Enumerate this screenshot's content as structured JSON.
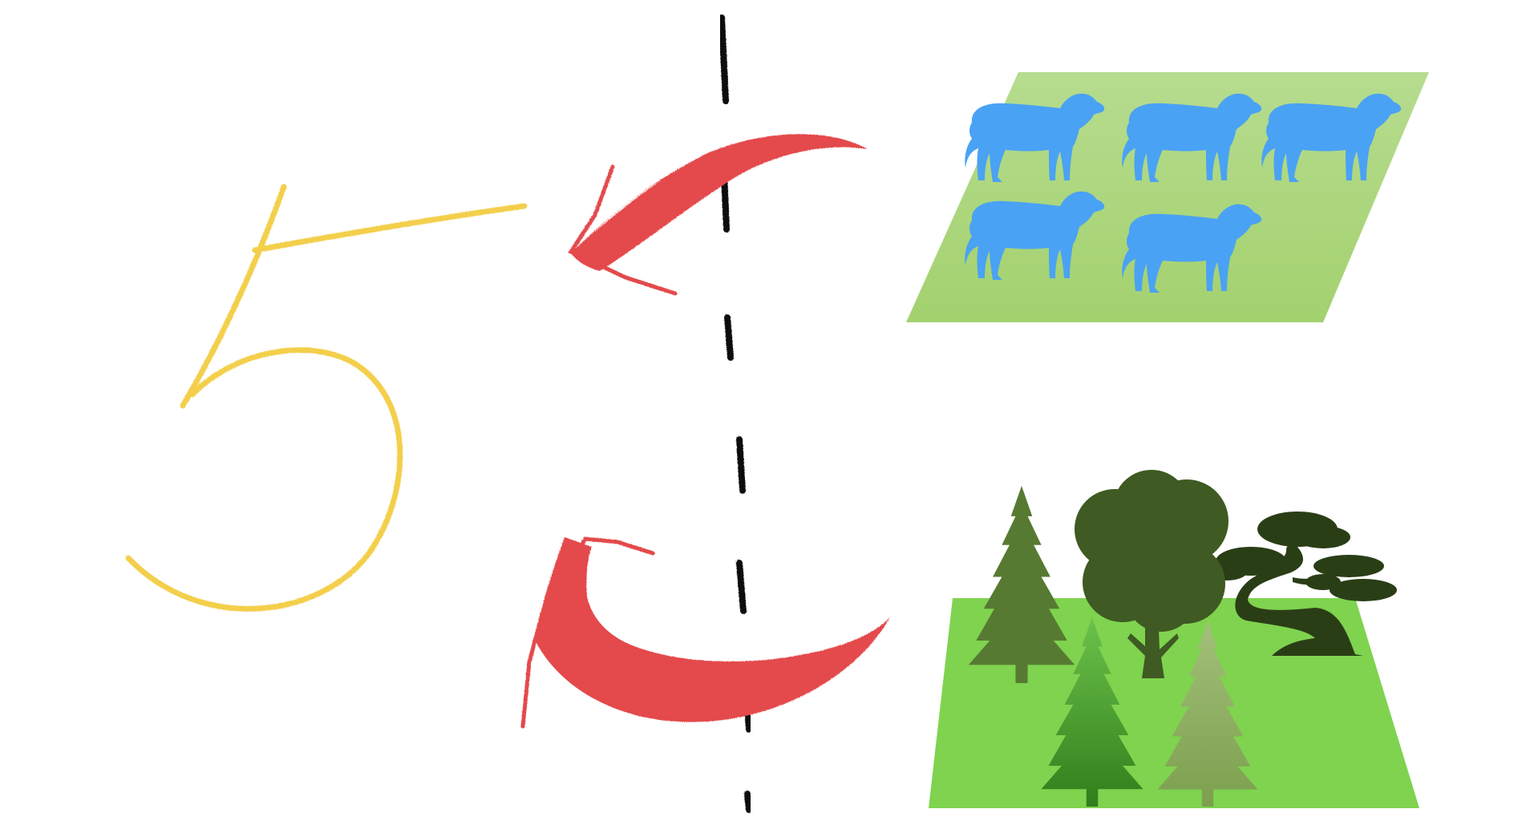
{
  "diagram": {
    "result_number": "5",
    "colors": {
      "background": "#ffffff",
      "number": "#f3cf4c",
      "arrow": "#e4484b",
      "divider": "#111111",
      "sheep": "#4aa2f4",
      "pasture_top": "#b6dc8f",
      "pasture_bottom": "#a3d16e",
      "forest_ground": "#7fd34f",
      "pine_dark": "#577a32",
      "pine_mid": "#3f8f25",
      "pine_light": "#86a85a",
      "oak": "#3f5a22",
      "bonsai": "#2a3e16"
    },
    "pasture": {
      "sheep_count": 5,
      "sheep_icon": "sheep-icon"
    },
    "forest": {
      "trees": [
        {
          "kind": "pine",
          "icon": "pine-tree-icon"
        },
        {
          "kind": "oak",
          "icon": "oak-tree-icon"
        },
        {
          "kind": "bonsai",
          "icon": "bonsai-tree-icon"
        },
        {
          "kind": "pine",
          "icon": "pine-tree-icon"
        },
        {
          "kind": "pine",
          "icon": "pine-tree-icon"
        }
      ]
    },
    "arrows": [
      {
        "from": "pasture",
        "to": "number",
        "icon": "curved-arrow-icon"
      },
      {
        "from": "forest",
        "to": "number",
        "icon": "curved-arrow-icon"
      }
    ],
    "divider_style": "dashed"
  }
}
